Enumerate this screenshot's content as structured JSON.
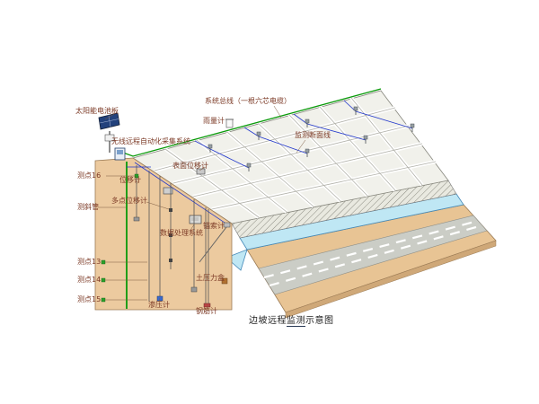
{
  "caption": {
    "pre": "边坡远程",
    "underlined": "监测",
    "post": "示意图"
  },
  "labels": {
    "solar_panel": "太阳能电池板",
    "system_bus": "系统总线（一根六芯电缆）",
    "rain_gauge": "雨量计",
    "monitoring_section_line": "监测断面线",
    "wireless_system": "无线远程自动化采集系统",
    "surface_displacement_meter": "表面位移计",
    "displacement_meter": "位移计",
    "point_16": "测点16",
    "multipoint_displacement_meter": "多点位移计",
    "inclinometer_tube": "测斜管",
    "data_processing_system": "数据处理系统",
    "anchor_cable_meter": "锚索计",
    "point_13": "测点13",
    "point_14": "测点14",
    "point_15": "测点15",
    "earth_pressure_cell": "土压力盒",
    "piezometer": "渗压计",
    "rebar_meter": "钢筋计"
  },
  "colors": {
    "earth_face": "#ecca9f",
    "ground_top": "#e8c494",
    "slope_surface": "#f1f1eb",
    "drainage_channel": "#bfe7f4",
    "road": "#cbcdc6",
    "bus_cable_green": "#0a9a0a",
    "sensor_cable_blue": "#2238cc",
    "label_text": "#7c3a26"
  }
}
